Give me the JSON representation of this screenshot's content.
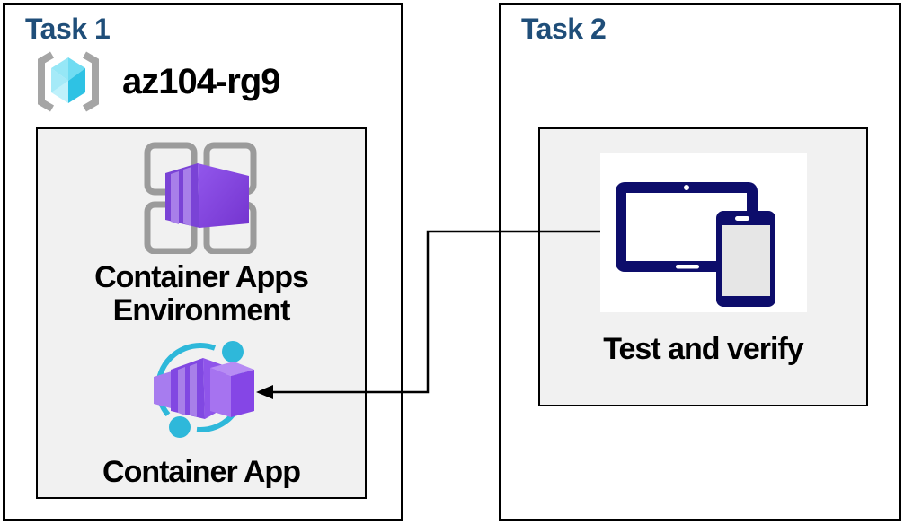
{
  "task1": {
    "title": "Task 1",
    "resource_group_name": "az104-rg9",
    "environment_label_line1": "Container Apps",
    "environment_label_line2": "Environment",
    "container_app_label": "Container App",
    "icons": {
      "resource_group": "resource-group-icon",
      "environment": "container-apps-environment-icon",
      "container_app": "container-app-icon"
    }
  },
  "task2": {
    "title": "Task 2",
    "test_label": "Test and verify",
    "icons": {
      "devices": "devices-icon"
    }
  },
  "connector": {
    "from": "devices-icon",
    "to": "container-app-icon",
    "style": "elbow-arrow-left"
  },
  "colors": {
    "title_navy": "#1F4E79",
    "box_border": "#000000",
    "inner_box_fill": "#F1F1F1",
    "icon_purple": "#8148E2",
    "icon_purple_stripe": "#A87FE9",
    "icon_cyan": "#2EB8DA",
    "grid_gray": "#9B9B9B",
    "bracket_gray": "#A5A5A5",
    "cube_cyan_light": "#BFF1FB",
    "cube_cyan_dark": "#2EC2E4",
    "device_navy": "#0D0D6B",
    "device_screen_gray": "#E6E6E6"
  }
}
